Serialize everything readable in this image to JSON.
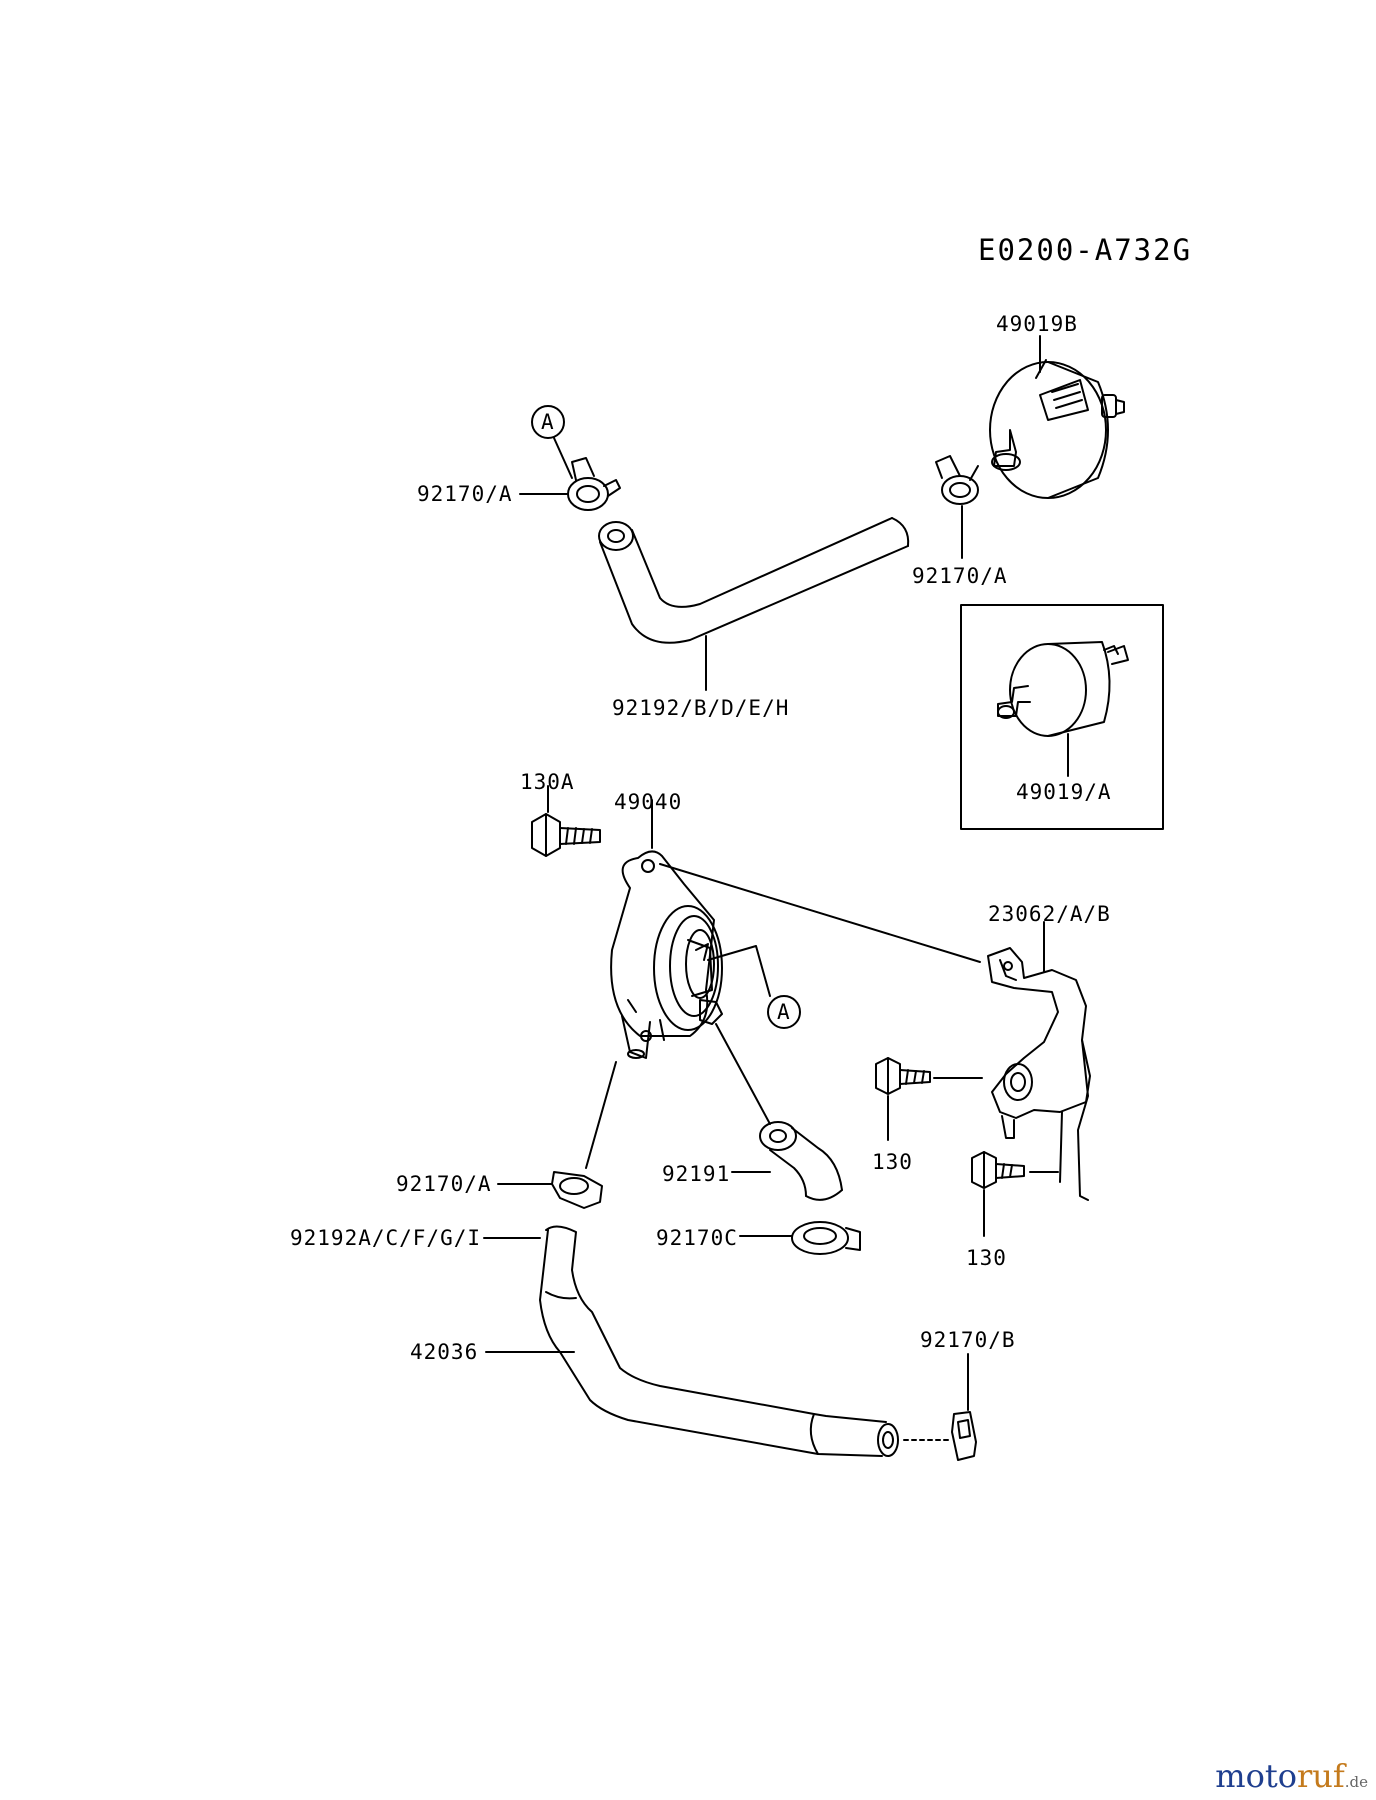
{
  "diagram": {
    "code": "E0200-A732G",
    "callout_marker": "A",
    "parts": {
      "p49019b": "49019B",
      "p92170a_top_left": "92170/A",
      "p92170a_top_right": "92170/A",
      "p92192_top": "92192/B/D/E/H",
      "p49019a": "49019/A",
      "p130a": "130A",
      "p49040": "49040",
      "p23062": "23062/A/B",
      "p130_upper": "130",
      "p130_lower": "130",
      "p92170a_lower": "92170/A",
      "p92191": "92191",
      "p92192_lower": "92192A/C/F/G/I",
      "p92170c": "92170C",
      "p42036": "42036",
      "p92170b": "92170/B"
    }
  },
  "watermark": {
    "part1": "moto",
    "part2": "ruf",
    "suffix": ".de"
  },
  "colors": {
    "line": "#000000",
    "background": "#ffffff",
    "watermark_blue": "#1f3f8f",
    "watermark_orange": "#c47a1c"
  }
}
